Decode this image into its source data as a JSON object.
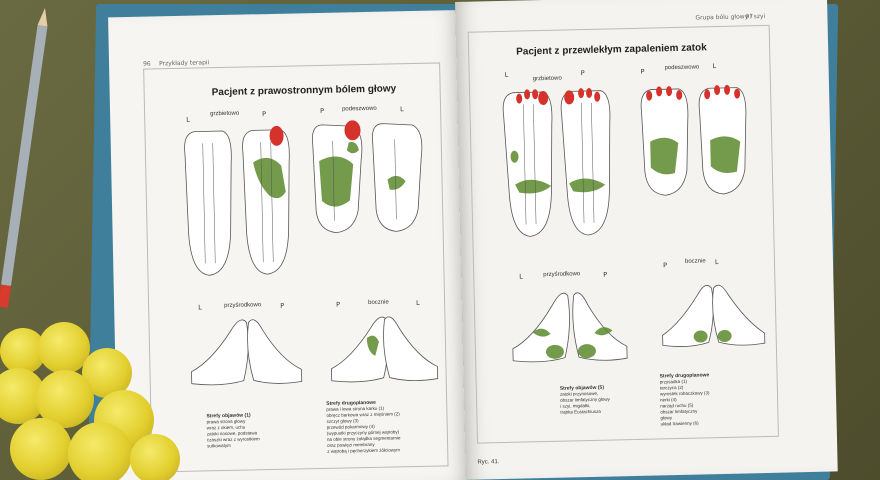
{
  "left_page": {
    "page_number": "96",
    "running_head": "Przykłady terapii",
    "title": "Pacjent z prawostronnym bólem głowy",
    "top_labels": {
      "view1": "grzbietowo",
      "view2": "podeszwowo",
      "L1": "L",
      "P1": "P",
      "P2": "P",
      "L2": "L"
    },
    "bottom_labels": {
      "view1": "przyśrodkowo",
      "view2": "bocznie",
      "L1": "L",
      "P1": "P",
      "P2": "P",
      "L2": "L"
    },
    "caption_left": {
      "heading": "Strefy objawów (1)",
      "lines": [
        "prawa strona głowy",
        "wraz z okiem, uchu",
        "zatoki nosowe, podstawa",
        "czaszki wraz z wyrostkiem",
        "sutkowatym"
      ]
    },
    "caption_right": {
      "heading": "Strefy drugoplanowe",
      "lines": [
        "prawa i lewa strona karku (1)",
        "obręcz barkowa wraz z mięśniem (2)",
        "szczyt głowy (3)",
        "przewód pokarmowy (4)",
        "(wypustki przyczyny górnej wątroby)",
        "na obie strony żołądka segmentarnie",
        "oraz powięzi membrany",
        "z wątrobą i pęcherzykiem żółciowym"
      ]
    }
  },
  "right_page": {
    "page_number": "97",
    "running_head": "Grupa bólu głowy i szyi",
    "title": "Pacjent z przewlekłym zapaleniem zatok",
    "top_labels": {
      "view1": "grzbietowo",
      "view2": "podeszwowo",
      "L1": "L",
      "P1": "P",
      "P2": "P",
      "L2": "L"
    },
    "bottom_labels": {
      "view1": "przyśrodkowo",
      "view2": "bocznie",
      "L1": "L",
      "P1": "P",
      "P2": "P",
      "L2": "L"
    },
    "caption_left": {
      "heading": "Strefy objawów (5)",
      "lines": [
        "zatoki przynosowe,",
        "obszar limfatyczny głowy",
        "i szyi, migdałki,",
        "trąbka Eustachiusza"
      ]
    },
    "caption_right": {
      "heading": "Strefy drugoplanowe",
      "lines": [
        "przysadka (1)",
        "tarczyca (2)",
        "wyrostek robaczkowy (3)",
        "nerki (4)",
        "narząd ruchu (5)",
        "obszar limfatyczny",
        "głowy",
        "układ trawienny (6)"
      ]
    },
    "figure_label": "Ryc. 41."
  },
  "colors": {
    "cover": "#3f7f9c",
    "page": "#f6f5f1",
    "zone_green": "#5b8a2c",
    "zone_red": "#d6322c",
    "pencil": "#a7b0b6",
    "pencil_end": "#d93a2c",
    "flowers": "#e2cf2e"
  }
}
